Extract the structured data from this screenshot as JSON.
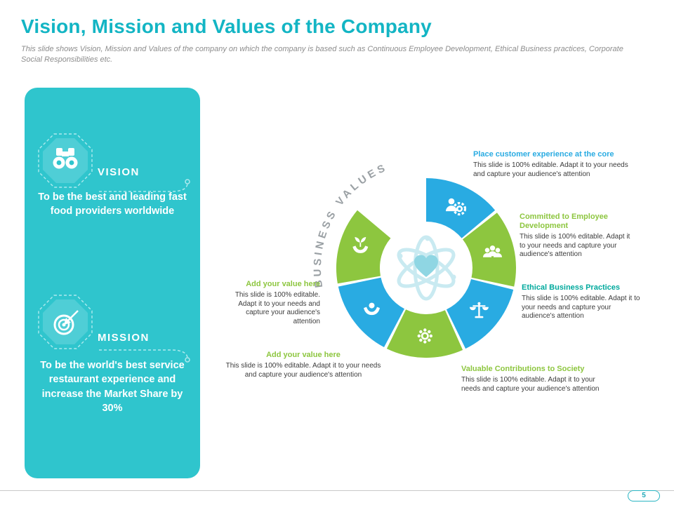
{
  "slide": {
    "title": "Vision, Mission and Values of the Company",
    "subtitle": "This slide shows Vision, Mission and Values of the company on which the company is based such as Continuous Employee Development, Ethical Business practices, Corporate Social Responsibilities etc.",
    "page_number": "5"
  },
  "panel": {
    "vision": {
      "label": "VISION",
      "statement": "To be the best and leading fast food providers worldwide",
      "icon": "binoculars-icon"
    },
    "mission": {
      "label": "MISSION",
      "statement": "To be the world's best service restaurant experience and increase the Market Share by 30%",
      "icon": "target-arrow-icon"
    }
  },
  "diagram": {
    "arc_label": "BUSINESS VALUES",
    "center_icon": "atom-heart-icon",
    "items": [
      {
        "heading": "Place customer experience at the core",
        "body": "This slide is 100% editable. Adapt it to your needs and capture your audience's attention",
        "color": "#29abe2",
        "icon": "customer-gear-icon"
      },
      {
        "heading": "Committed to Employee Development",
        "body": "This slide is 100% editable. Adapt it to your needs and capture your audience's attention",
        "color": "#8dc63f",
        "icon": "team-icon"
      },
      {
        "heading": "Ethical Business Practices",
        "body": "This slide is 100% editable. Adapt it to your needs and capture your audience's attention",
        "color": "#00a99d",
        "icon": "balance-scale-icon"
      },
      {
        "heading": "Valuable Contributions to Society",
        "body": "This slide is 100% editable. Adapt it to your needs and capture your audience's attention",
        "color": "#8dc63f",
        "icon": "gear-flower-icon"
      },
      {
        "heading": "Add your value here",
        "body": "This slide is 100% editable. Adapt it to your needs and capture your audience's attention",
        "color": "#8dc63f",
        "icon": "hands-holding-icon"
      },
      {
        "heading": "Add your value here",
        "body": "This slide is 100% editable. Adapt it to your needs and capture your audience's attention",
        "color": "#8dc63f",
        "icon": "hands-plant-icon"
      }
    ]
  },
  "colors": {
    "title_teal": "#13b5c4",
    "panel_teal": "#2fc5cd",
    "segment_blue": "#29abe2",
    "segment_green": "#8dc63f",
    "heading_teal": "#00a99d",
    "arc_gray": "#9aa0a4"
  }
}
